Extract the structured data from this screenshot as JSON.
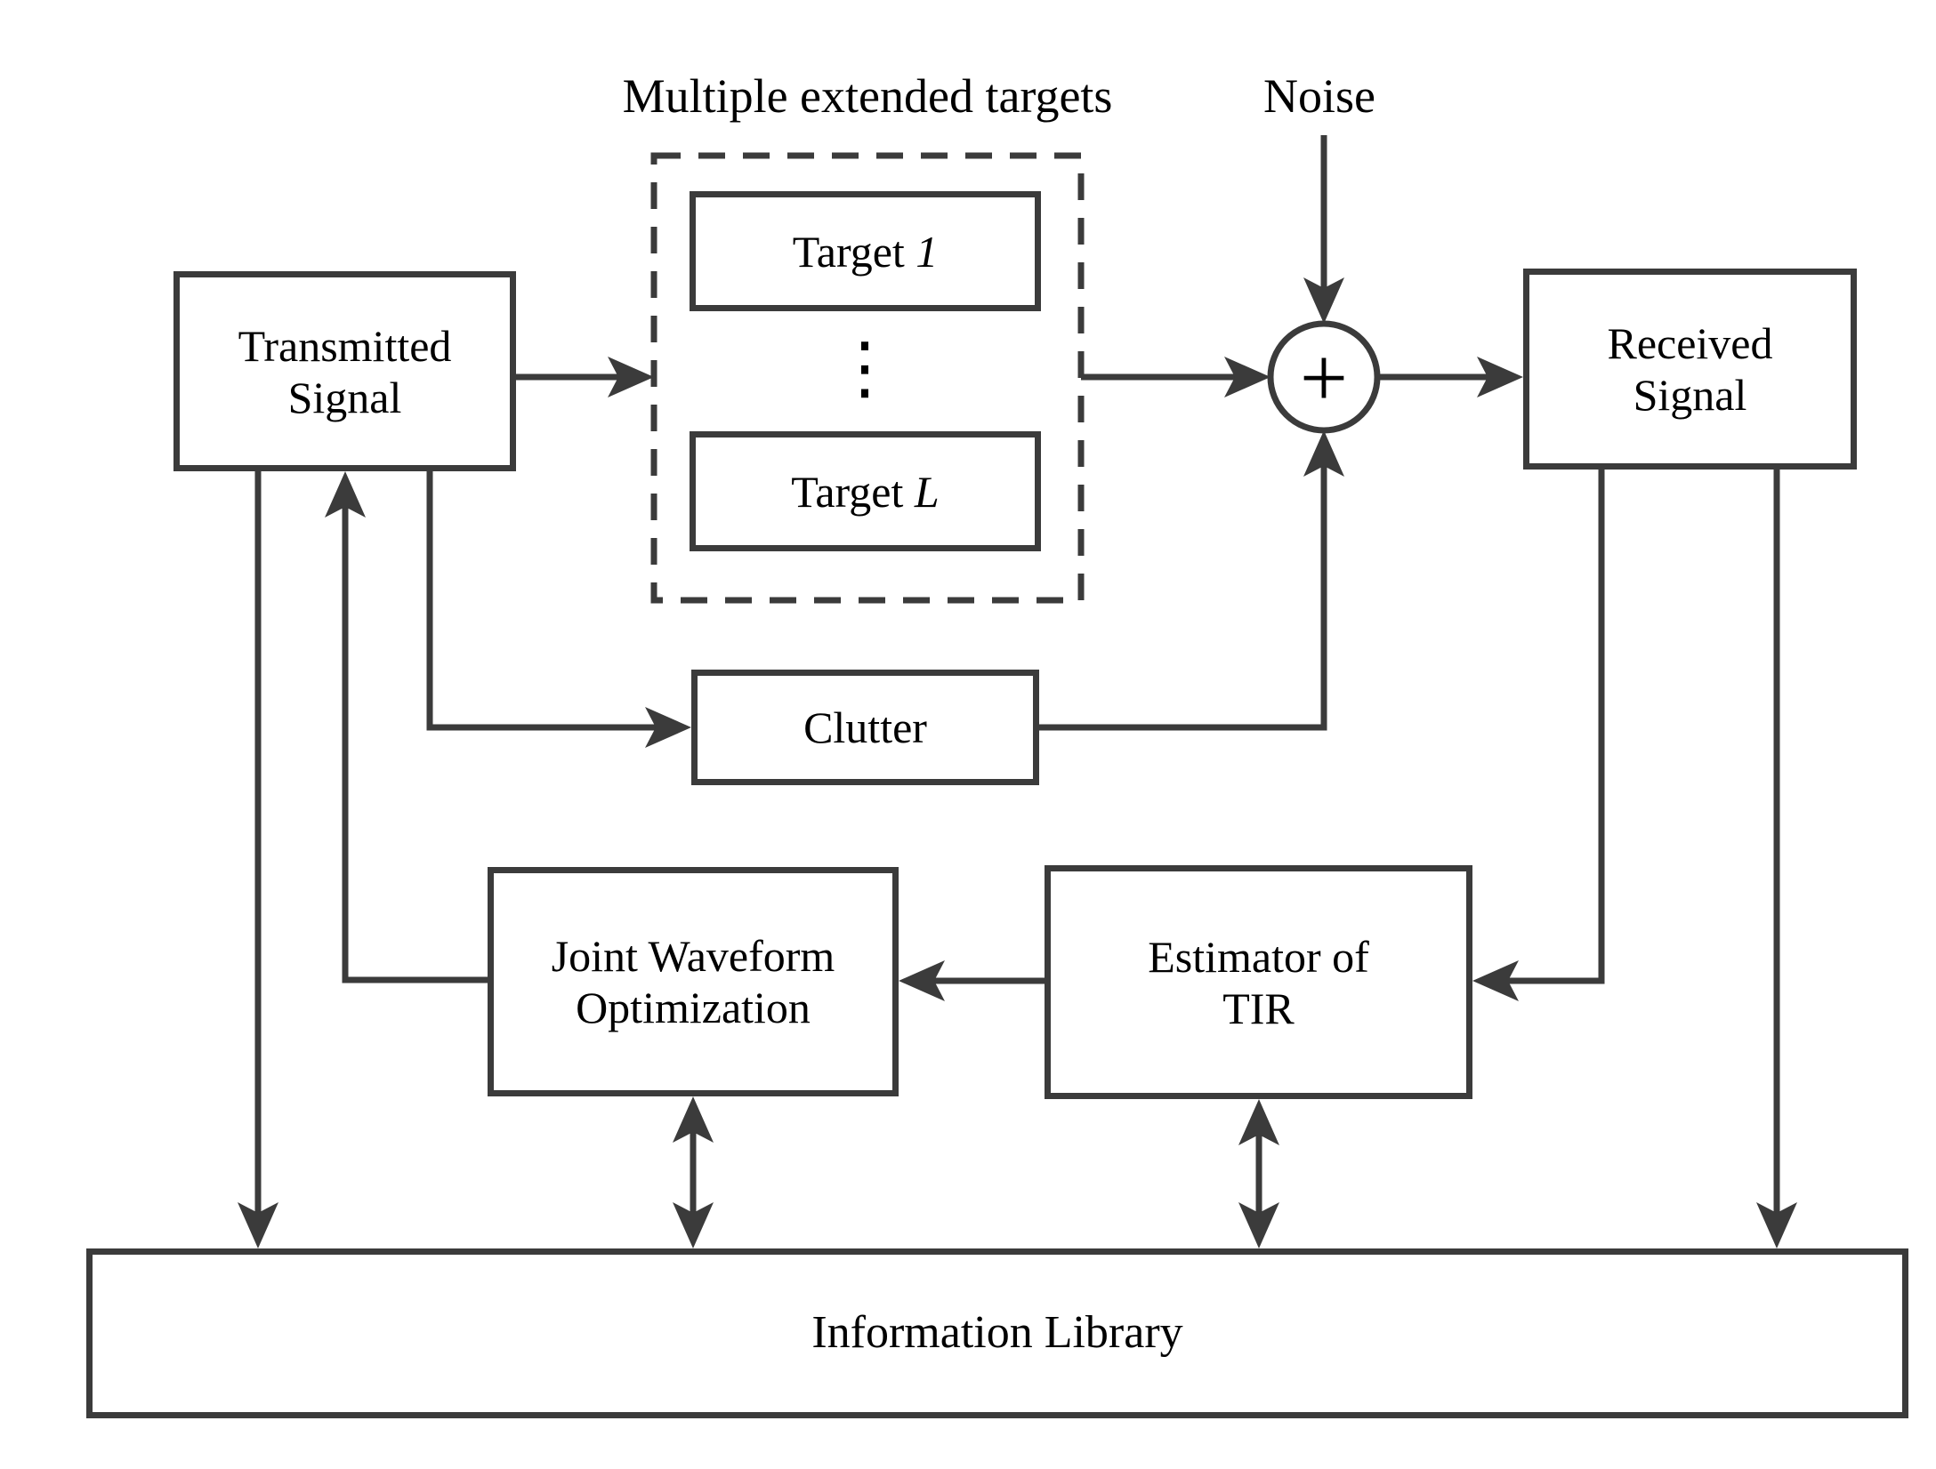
{
  "diagram": {
    "labels": {
      "multiple_extended_targets": "Multiple extended targets",
      "noise": "Noise",
      "plus": "+",
      "vertical_ellipsis": "⋮"
    },
    "boxes": {
      "transmitted": {
        "line1": "Transmitted",
        "line2": "Signal"
      },
      "target_first": {
        "prefix": "Target ",
        "index": "1"
      },
      "target_last": {
        "prefix": "Target ",
        "index": "L"
      },
      "clutter": {
        "label": "Clutter"
      },
      "received": {
        "line1": "Received",
        "line2": "Signal"
      },
      "joint_waveform": {
        "line1": "Joint Waveform",
        "line2": "Optimization"
      },
      "estimator": {
        "line1": "Estimator of",
        "line2": "TIR"
      },
      "library": {
        "label": "Information Library"
      }
    },
    "colors": {
      "line": "#3b3b3b",
      "text": "#000000",
      "background": "#ffffff"
    }
  }
}
